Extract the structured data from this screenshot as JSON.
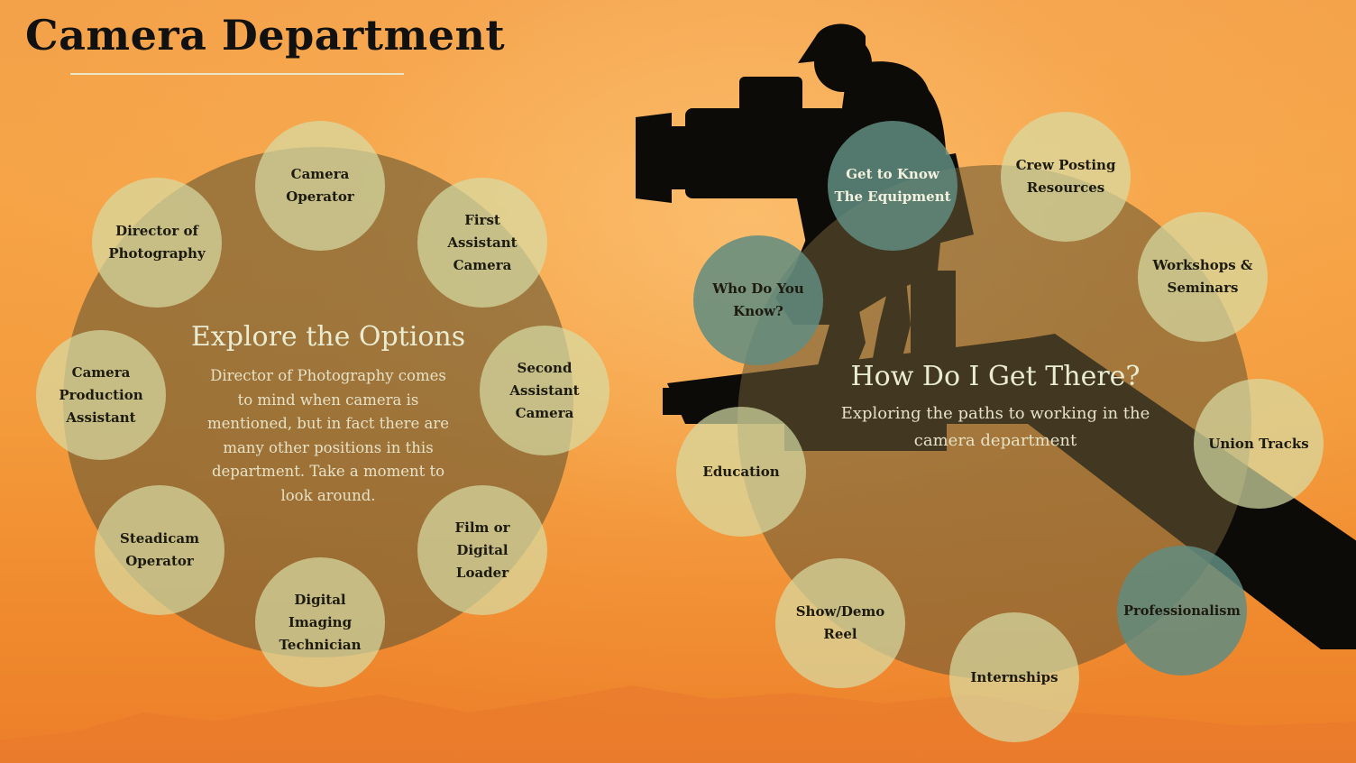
{
  "title": "Camera Department",
  "left_group": {
    "heading": "Explore the  Options",
    "description": "Director of Photography comes to mind when camera is mentioned, but in fact there are many other positions in this department. Take a moment to look around.",
    "roles": [
      "Camera Operator",
      "First Assistant Camera",
      "Second Assistant Camera",
      "Film or Digital Loader",
      "Digital Imaging Technician",
      "Steadicam Operator",
      "Camera Production Assistant",
      "Director of Photography"
    ]
  },
  "right_group": {
    "heading": "How Do I Get There?",
    "description": "Exploring the paths to working in the camera department",
    "paths": [
      "Get to Know The Equipment",
      "Crew Posting Resources",
      "Workshops & Seminars",
      "Union Tracks",
      "Professionalism",
      "Internships",
      "Show/Demo Reel",
      "Education",
      "Who Do You Know?"
    ]
  },
  "colors": {
    "sky_top": "#f4a24a",
    "sky_bottom": "#ec7f2a",
    "silhouette": "#0d0b08",
    "bubble_light": "#d7dda5",
    "bubble_teal": "#608c80",
    "big_circle": "#695834"
  }
}
